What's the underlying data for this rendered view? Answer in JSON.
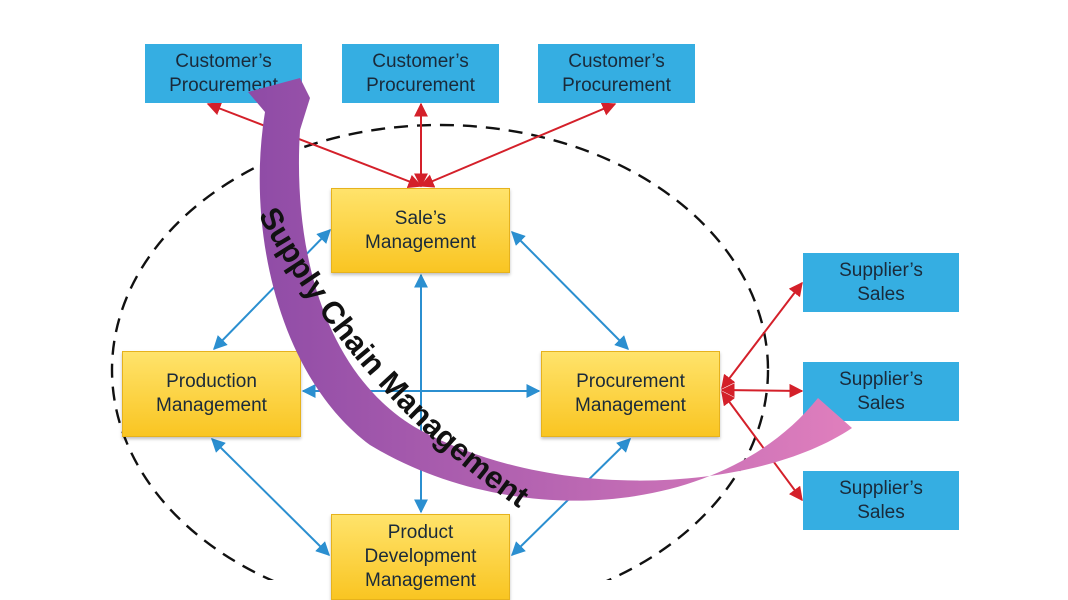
{
  "customers": [
    {
      "line1": "Customer’s",
      "line2": "Procurement"
    },
    {
      "line1": "Customer’s",
      "line2": "Procurement"
    },
    {
      "line1": "Customer’s",
      "line2": "Procurement"
    }
  ],
  "suppliers": [
    {
      "line1": "Supplier’s",
      "line2": "Sales"
    },
    {
      "line1": "Supplier’s",
      "line2": "Sales"
    },
    {
      "line1": "Supplier’s",
      "line2": "Sales"
    }
  ],
  "internal": {
    "sales": {
      "line1": "Sale’s",
      "line2": "Management"
    },
    "production": {
      "line1": "Production",
      "line2": "Management"
    },
    "procurement": {
      "line1": "Procurement",
      "line2": "Management"
    },
    "product_dev": {
      "line1": "Product",
      "line2": "Development",
      "line3": "Management"
    }
  },
  "banner": {
    "text": "Supply Chain Management"
  },
  "colors": {
    "external_box": "#35aee2",
    "internal_box": "#f9c522",
    "external_arrow": "#d4202a",
    "internal_arrow": "#2b8fd0",
    "banner_arrow_start": "#8e4ba6",
    "banner_arrow_end": "#e07fbd",
    "boundary": "#111111"
  }
}
